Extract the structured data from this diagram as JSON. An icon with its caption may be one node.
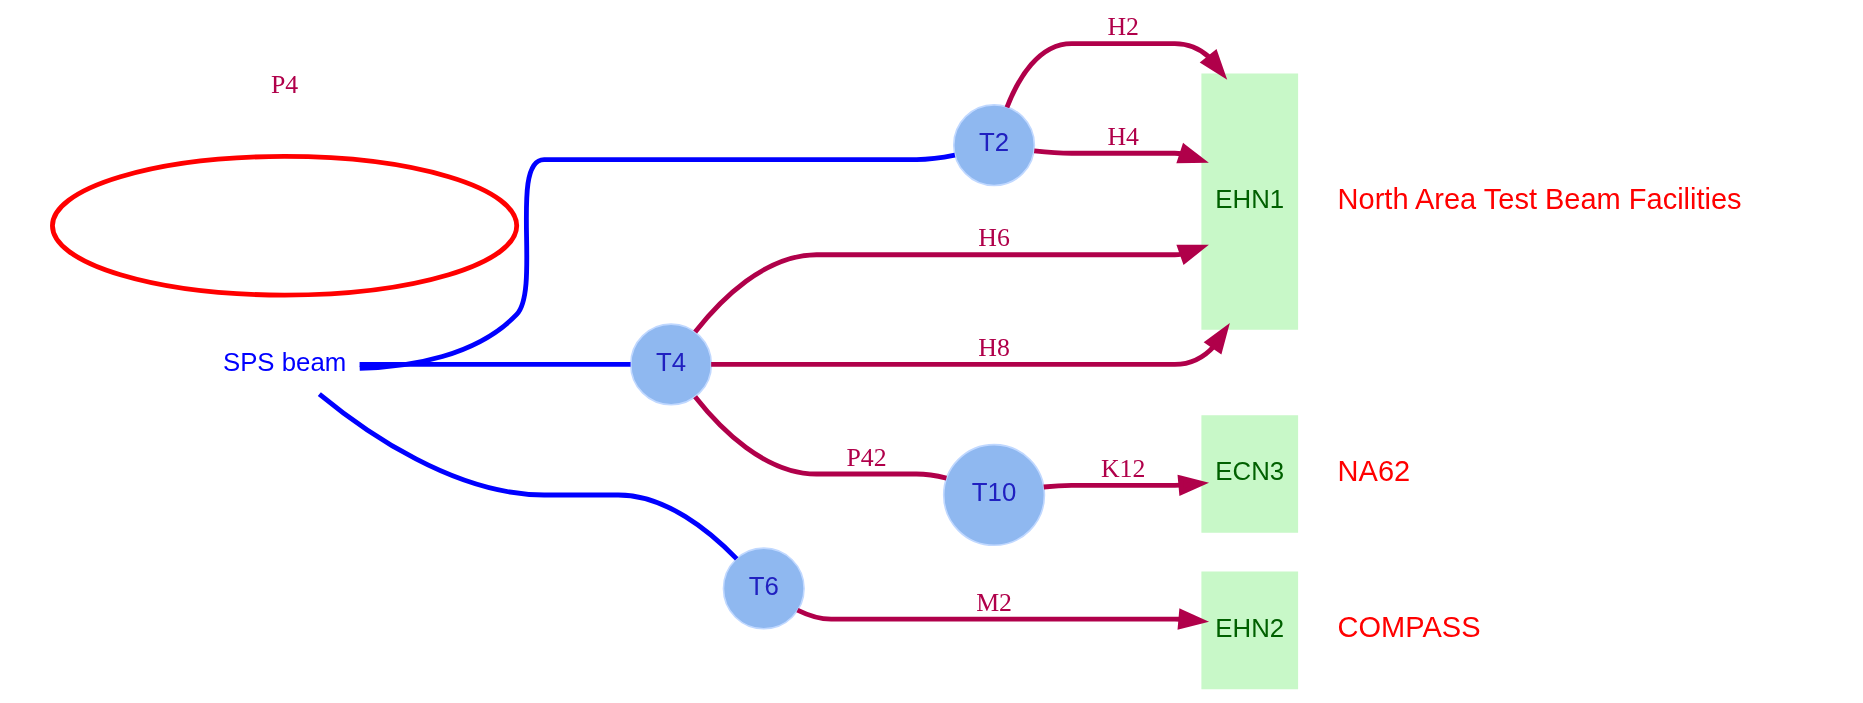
{
  "diagram": {
    "nodes": [
      {
        "text": [
          "SPS beam"
        ]
      },
      {
        "text": [
          "T2"
        ]
      },
      {
        "text": [
          "T4"
        ]
      },
      {
        "text": [
          "T6"
        ]
      },
      {
        "text": [
          "T10"
        ]
      },
      {
        "text": [
          "EHN1"
        ],
        "beside": [
          "North Area Test Beam Facilities"
        ]
      },
      {
        "text": [
          "ECN3"
        ],
        "beside": [
          "NA62"
        ]
      },
      {
        "text": [
          "EHN2"
        ],
        "beside": [
          "COMPASS"
        ]
      },
      {
        "text": [],
        "shape": "ellipse"
      }
    ],
    "edges": [
      {
        "from": 0,
        "to": 1,
        "arrow": "none",
        "color": "#0000ff"
      },
      {
        "from": 0,
        "to": 2,
        "arrow": "none",
        "color": "#0000ff"
      },
      {
        "from": 0,
        "to": 3,
        "arrow": "none",
        "color": "#0000ff"
      },
      {
        "from": 1,
        "to": 5,
        "arrow": "to",
        "label": "H2"
      },
      {
        "from": 1,
        "to": 5,
        "arrow": "to",
        "label": "H4"
      },
      {
        "from": 2,
        "to": 5,
        "arrow": "to",
        "label": "H6"
      },
      {
        "from": 2,
        "to": 5,
        "arrow": "to",
        "label": "H8"
      },
      {
        "from": 2,
        "to": 4,
        "arrow": "none",
        "label": "P42"
      },
      {
        "from": 4,
        "to": 6,
        "arrow": "to",
        "label": "K12"
      },
      {
        "from": 3,
        "to": 7,
        "arrow": "to",
        "label": "M2"
      }
    ],
    "labels": [
      "P4"
    ]
  }
}
